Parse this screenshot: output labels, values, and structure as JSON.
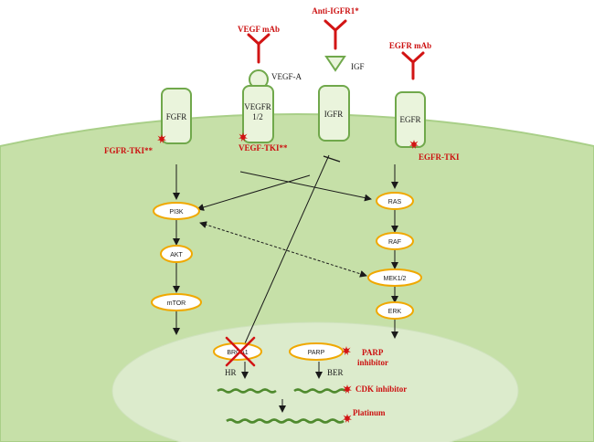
{
  "colors": {
    "cell_fill": "#c6e0a8",
    "cell_border": "#a9cf88",
    "nucleus_fill": "#dcebcc",
    "receptor_fill": "#eaf4dc",
    "receptor_border": "#70a84b",
    "node_border": "#f0a800",
    "antibody": "#d21414",
    "label_red": "#cc1010",
    "dna": "#4f8a2e",
    "arrow": "#1a1a1a"
  },
  "drugs": {
    "vegf_mab": "VEGF  mAb",
    "anti_igfr1": "Anti-IGFR1*",
    "egfr_mab": "EGFR  mAb",
    "fgfr_tki": "FGFR-TKI**",
    "vegf_tki": "VEGF-TKI**",
    "egfr_tki": "EGFR-TKI",
    "parp_inhibitor_line1": "PARP",
    "parp_inhibitor_line2": "inhibitor",
    "cdk_inhibitor": "CDK  inhibitor",
    "platinum": "Platinum"
  },
  "ligands": {
    "vegfa": "VEGF-A",
    "igf": "IGF"
  },
  "receptors": {
    "fgfr": "FGFR",
    "vegfr_line1": "VEGFR",
    "vegfr_line2": "1/2",
    "igfr": "IGFR",
    "egfr": "EGFR"
  },
  "nodes": {
    "pi3k": "PI3K",
    "akt": "AKT",
    "mtor": "mTOR",
    "ras": "RAS",
    "raf": "RAF",
    "mek": "MEK1/2",
    "erk": "ERK",
    "brca1": "BRCA1",
    "parp": "PARP"
  },
  "repair": {
    "hr": "HR",
    "ber": "BER"
  }
}
